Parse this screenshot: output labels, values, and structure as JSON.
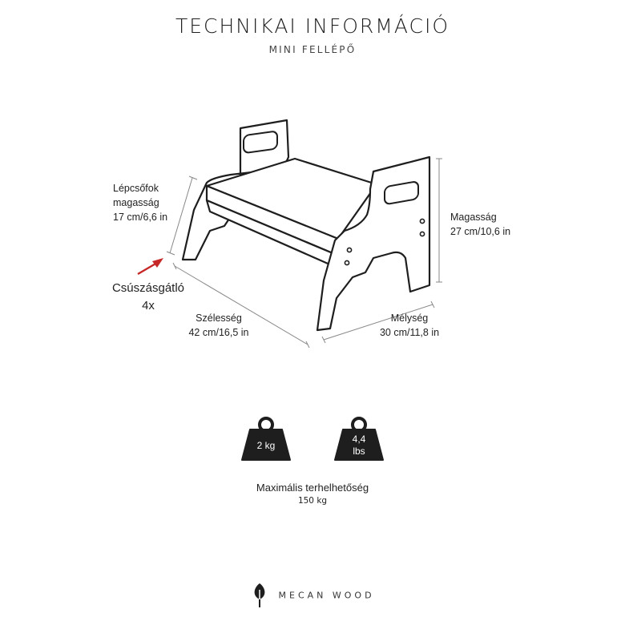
{
  "header": {
    "title": "TECHNIKAI INFORMÁCIÓ",
    "subtitle": "MINI FELLÉPŐ"
  },
  "dimensions": {
    "step_height": {
      "label": "Lépcsőfok magasság",
      "line1": "Lépcsőfok",
      "line2": "magasság",
      "value": "17 cm/6,6 in"
    },
    "height": {
      "label": "Magasság",
      "value": "27 cm/10,6 in"
    },
    "width": {
      "label": "Szélesség",
      "value": "42 cm/16,5 in"
    },
    "depth": {
      "label": "Mélység",
      "value": "30 cm/11,8 in"
    }
  },
  "anti_slip": {
    "label": "Csúszásgátló",
    "count": "4x",
    "arrow_color": "#c62828"
  },
  "weights": [
    {
      "line1": "2 kg",
      "line2": ""
    },
    {
      "line1": "4,4",
      "line2": "lbs"
    }
  ],
  "max_load": {
    "label": "Maximális terhelhetőség",
    "value": "150 kg"
  },
  "brand": {
    "name": "MECAN WOOD",
    "icon": "tree-icon"
  },
  "colors": {
    "ink": "#1e1e1e",
    "accent": "#c62828"
  }
}
